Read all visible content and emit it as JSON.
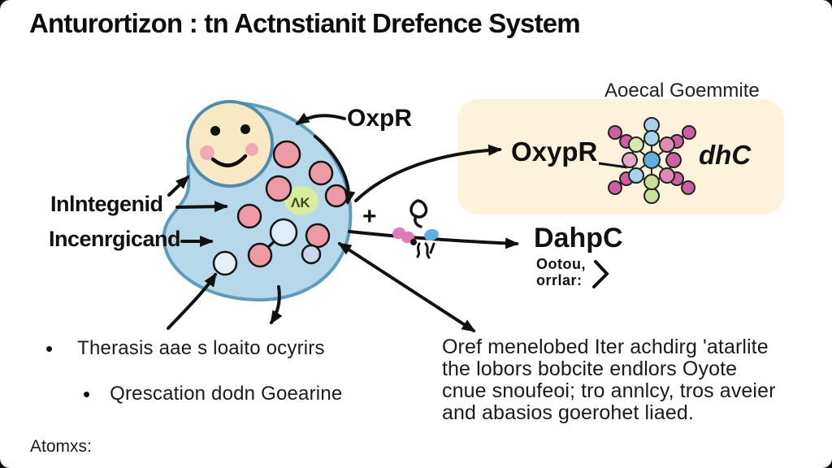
{
  "title": "Anturortizon : tn Actnstianit Drefence System",
  "cell": {
    "label_oxpr": "OxpR",
    "label_left1": "Inlntegenid",
    "label_left2": "Incenrgicand",
    "scribble": "ΛK",
    "plus": "+"
  },
  "reaction": {
    "product": "DahpC",
    "note_line1": "Ootou,",
    "note_line2": "orrlar:"
  },
  "box": {
    "caption": "Aoecal Goemmite",
    "protein": "OxypR",
    "molecule": "dhC"
  },
  "bullets": [
    "Therasis aae s loaito ocyrirs",
    "Qrescation dodn Goearine"
  ],
  "paragraph": {
    "lines": [
      "Oref menelobed Iter achdirg 'atarlite",
      "the lobors bobcite endlors Oyote",
      "cnue snoufeoi; tro annlcy, tros aveier",
      "and abasios goerohet liaed."
    ]
  },
  "footer": "Atomxs:",
  "colors": {
    "cell_fill": "#b7d8eb",
    "cell_stroke": "#5f9cbc",
    "face_fill": "#f8e9c4",
    "ros_pink": "#ee9aa5",
    "box_fill": "#fcf3da",
    "enzyme_green": "#d6ec9f"
  }
}
